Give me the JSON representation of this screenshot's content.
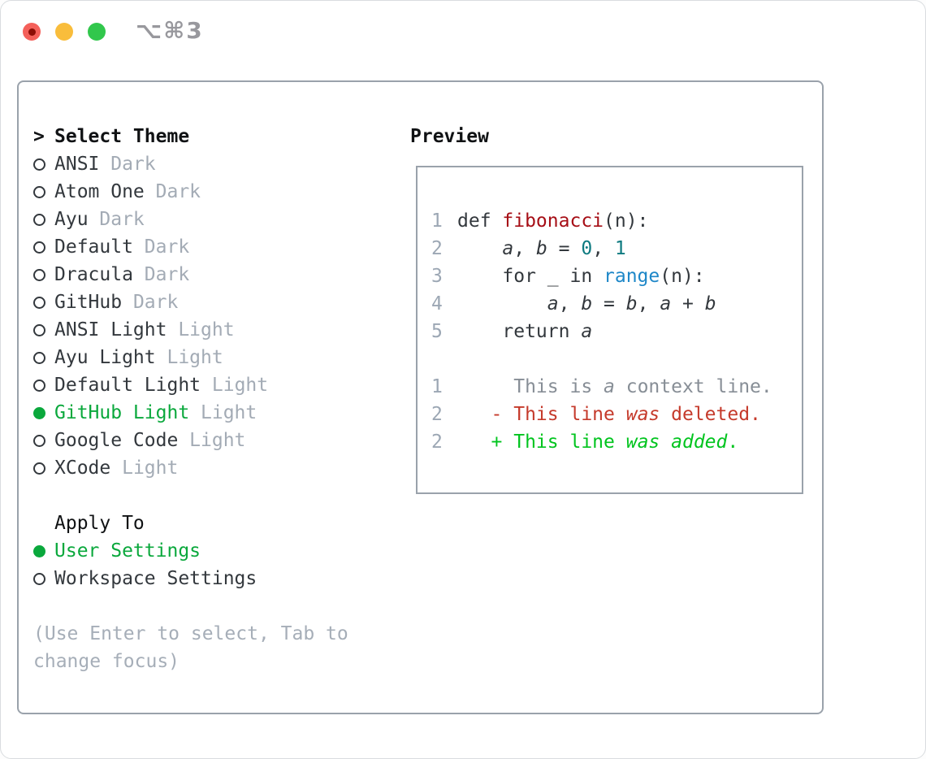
{
  "window": {
    "title": "⌥⌘3"
  },
  "colors": {
    "selected_green": "#0AA83C",
    "added_green": "#00C41E",
    "deleted_red": "#C53A2B",
    "function_red": "#A60E16",
    "number_teal": "#0E7A80",
    "builtin_blue": "#1E87C8",
    "text_dark": "#33383D",
    "muted_gray": "#A3ABB5",
    "hint_gray": "#A6AEB8",
    "context_gray": "#878E96",
    "line_number_gray": "#9CA7B4",
    "border_gray": "#9AA2AB",
    "title_gray": "#98989D",
    "traffic_red": "#F4605A",
    "traffic_yellow": "#F9BD3B",
    "traffic_green": "#31C74C"
  },
  "theme_picker": {
    "header": {
      "prefix": ">",
      "label": "Select Theme"
    },
    "themes": [
      {
        "name": "ANSI",
        "variant": "Dark",
        "selected": false
      },
      {
        "name": "Atom One",
        "variant": "Dark",
        "selected": false
      },
      {
        "name": "Ayu",
        "variant": "Dark",
        "selected": false
      },
      {
        "name": "Default",
        "variant": "Dark",
        "selected": false
      },
      {
        "name": "Dracula",
        "variant": "Dark",
        "selected": false
      },
      {
        "name": "GitHub",
        "variant": "Dark",
        "selected": false
      },
      {
        "name": "ANSI Light",
        "variant": "Light",
        "selected": false
      },
      {
        "name": "Ayu Light",
        "variant": "Light",
        "selected": false
      },
      {
        "name": "Default Light",
        "variant": "Light",
        "selected": false
      },
      {
        "name": "GitHub Light",
        "variant": "Light",
        "selected": true
      },
      {
        "name": "Google Code",
        "variant": "Light",
        "selected": false
      },
      {
        "name": "XCode",
        "variant": "Light",
        "selected": false
      }
    ],
    "apply_to": {
      "label": "Apply To",
      "options": [
        {
          "name": "User Settings",
          "selected": true
        },
        {
          "name": "Workspace Settings",
          "selected": false
        }
      ]
    },
    "hint_lines": [
      "(Use Enter to select, Tab to",
      "change focus)"
    ]
  },
  "preview": {
    "label": "Preview",
    "lines": [
      {
        "n": "1",
        "t": [
          [
            "p",
            "def "
          ],
          [
            "fn",
            "fibonacci"
          ],
          [
            "p",
            "(n):"
          ]
        ]
      },
      {
        "n": "2",
        "t": [
          [
            "p",
            "    "
          ],
          [
            "v",
            "a"
          ],
          [
            "p",
            ", "
          ],
          [
            "v",
            "b"
          ],
          [
            "p",
            " = "
          ],
          [
            "num",
            "0"
          ],
          [
            "p",
            ", "
          ],
          [
            "num",
            "1"
          ]
        ]
      },
      {
        "n": "3",
        "t": [
          [
            "p",
            "    for _ in "
          ],
          [
            "bi",
            "range"
          ],
          [
            "p",
            "(n):"
          ]
        ]
      },
      {
        "n": "4",
        "t": [
          [
            "p",
            "        "
          ],
          [
            "v",
            "a"
          ],
          [
            "p",
            ", "
          ],
          [
            "v",
            "b"
          ],
          [
            "p",
            " = "
          ],
          [
            "v",
            "b"
          ],
          [
            "p",
            ", "
          ],
          [
            "v",
            "a"
          ],
          [
            "p",
            " + "
          ],
          [
            "v",
            "b"
          ]
        ]
      },
      {
        "n": "5",
        "t": [
          [
            "p",
            "    return "
          ],
          [
            "v",
            "a"
          ]
        ]
      },
      {
        "blank": true
      },
      {
        "n": "1",
        "t": [
          [
            "ctx",
            "     This is "
          ],
          [
            "ctxv",
            "a"
          ],
          [
            "ctx",
            " context line."
          ]
        ]
      },
      {
        "n": "2",
        "t": [
          [
            "del",
            "   - This line "
          ],
          [
            "delv",
            "was"
          ],
          [
            "del",
            " deleted."
          ]
        ]
      },
      {
        "n": "2",
        "t": [
          [
            "add",
            "   + This line "
          ],
          [
            "addv",
            "was"
          ],
          [
            "add",
            " "
          ],
          [
            "addv",
            "added"
          ],
          [
            "add",
            "."
          ]
        ]
      }
    ]
  }
}
